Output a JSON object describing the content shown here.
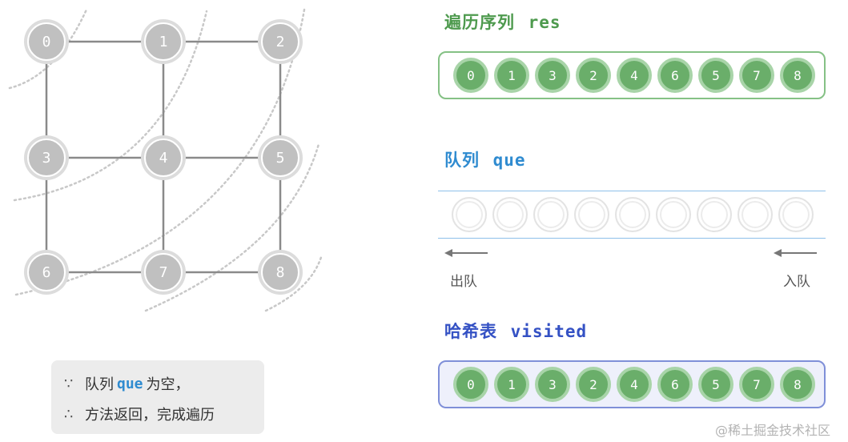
{
  "graph": {
    "nodes": [
      "0",
      "1",
      "2",
      "3",
      "4",
      "5",
      "6",
      "7",
      "8"
    ],
    "edges": [
      [
        "0",
        "1"
      ],
      [
        "1",
        "2"
      ],
      [
        "0",
        "3"
      ],
      [
        "1",
        "4"
      ],
      [
        "2",
        "5"
      ],
      [
        "3",
        "4"
      ],
      [
        "4",
        "5"
      ],
      [
        "3",
        "6"
      ],
      [
        "4",
        "7"
      ],
      [
        "5",
        "8"
      ],
      [
        "6",
        "7"
      ],
      [
        "7",
        "8"
      ]
    ],
    "node_color": "#c0c0c0",
    "edge_color": "#8a8a8a",
    "frontier_color": "#c8c8c8"
  },
  "res": {
    "title_cn": "遍历序列",
    "title_code": "res",
    "items": [
      "0",
      "1",
      "3",
      "2",
      "4",
      "6",
      "5",
      "7",
      "8"
    ],
    "color": "#4e9a4e"
  },
  "que": {
    "title_cn": "队列",
    "title_code": "que",
    "slot_count": 9,
    "dequeue_label": "出队",
    "enqueue_label": "入队",
    "color": "#2f8bd0"
  },
  "visited": {
    "title_cn": "哈希表",
    "title_code": "visited",
    "items": [
      "0",
      "1",
      "3",
      "2",
      "4",
      "6",
      "5",
      "7",
      "8"
    ],
    "color": "#3451c4"
  },
  "note": {
    "line1": {
      "symbol": "∵",
      "prefix": "队列",
      "code": "que",
      "suffix": "为空，"
    },
    "line2": {
      "symbol": "∴",
      "text": "方法返回，完成遍历"
    }
  },
  "watermark": "@稀土掘金技术社区"
}
